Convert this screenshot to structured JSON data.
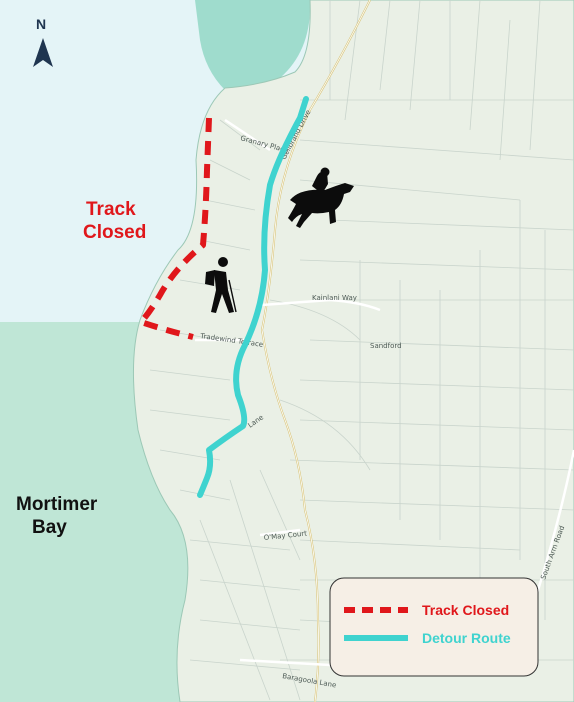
{
  "map": {
    "north_label": "N",
    "closure_label": [
      "Track",
      "Closed"
    ],
    "water_label": [
      "Mortimer",
      "Bay"
    ],
    "roads": [
      {
        "name": "Granary Place"
      },
      {
        "name": "Geilbrand Drive"
      },
      {
        "name": "Kainlani Way"
      },
      {
        "name": "Sandford"
      },
      {
        "name": "Tradewind Terrace"
      },
      {
        "name": "Lane"
      },
      {
        "name": "O'May Court"
      },
      {
        "name": "South Arm Road"
      },
      {
        "name": "Baragoola Lane"
      }
    ],
    "icons": [
      "horse-rider-icon",
      "hiker-icon",
      "north-arrow-icon"
    ],
    "legend": [
      {
        "label": "Track Closed",
        "style": "dashed",
        "color": "#e0171b"
      },
      {
        "label": "Detour Route",
        "style": "solid",
        "color": "#3fd3cf"
      }
    ]
  },
  "colors": {
    "land": "#eaf0e6",
    "water_upper": "#e4f4f7",
    "water_lower": "#bfe6d6",
    "sea_deep": "#9fdccd",
    "closed_track": "#e0171b",
    "detour": "#3fd3cf",
    "text_dark": "#111111"
  }
}
